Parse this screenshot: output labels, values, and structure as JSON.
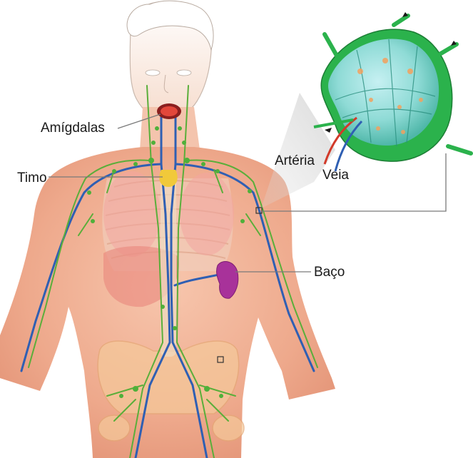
{
  "labels": {
    "tonsils": "Amígdalas",
    "thymus": "Timo",
    "spleen": "Baço",
    "artery": "Artéria",
    "vein": "Veia"
  },
  "colors": {
    "skin": "#f0b59a",
    "lymph_vessel": "#5aae3a",
    "lymph_node": "#2bb24c",
    "vein": "#2f5fb3",
    "artery": "#d23a2a",
    "spleen": "#a8329a",
    "thymus": "#f1c93a",
    "leader_line": "#7a7a7a"
  },
  "icons": {
    "inset": "lymph-node-cross-section-icon",
    "body": "human-torso-illustration-icon"
  }
}
